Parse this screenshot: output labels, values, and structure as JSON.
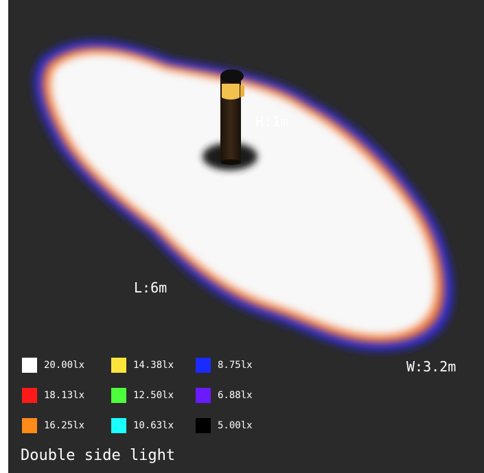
{
  "dimensions": {
    "height": "H:1m",
    "length": "L:6m",
    "width": "W:3.2m"
  },
  "legend": [
    {
      "value": "20.00lx",
      "color": "#ffffff"
    },
    {
      "value": "18.13lx",
      "color": "#ff1a1a"
    },
    {
      "value": "16.25lx",
      "color": "#ff8a1a"
    },
    {
      "value": "14.38lx",
      "color": "#ffe53b"
    },
    {
      "value": "12.50lx",
      "color": "#4dff3b"
    },
    {
      "value": "10.63lx",
      "color": "#1affff"
    },
    {
      "value": "8.75lx",
      "color": "#1a2bff"
    },
    {
      "value": "6.88lx",
      "color": "#6a1aff"
    },
    {
      "value": "5.00lx",
      "color": "#000000"
    }
  ],
  "caption": "Double side light",
  "colors": {
    "background": "#2a2a2a",
    "pool": "#ffffff",
    "pole": "#2a1c10",
    "lamp": "#f2c14e"
  }
}
